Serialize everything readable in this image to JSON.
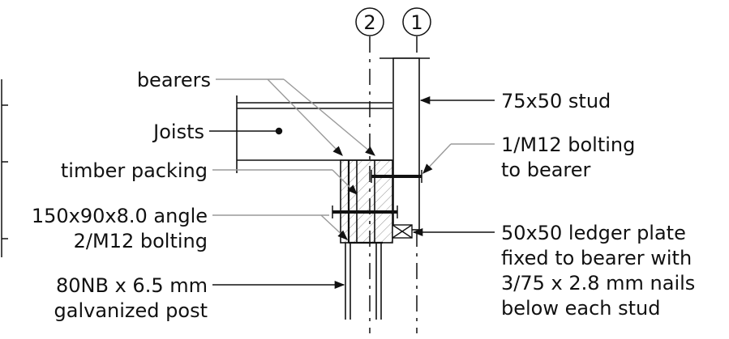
{
  "grid_markers": [
    "2",
    "1"
  ],
  "labels_left": {
    "bearers": "bearers",
    "joists": "Joists",
    "timber_packing": "timber packing",
    "angle_line1": "150x90x8.0 angle",
    "angle_line2": "2/M12 bolting",
    "post_line1": "80NB x 6.5 mm",
    "post_line2": "galvanized post"
  },
  "labels_right": {
    "stud": "75x50 stud",
    "bolting_line1": "1/M12 bolting",
    "bolting_line2": "to bearer",
    "ledger_line1": "50x50 ledger plate",
    "ledger_line2": "fixed to bearer with",
    "ledger_line3": "3/75 x 2.8 mm nails",
    "ledger_line4": "below each stud"
  },
  "colors": {
    "line": "#111111",
    "leader_grey": "#9a9a9a",
    "background": "#ffffff"
  }
}
